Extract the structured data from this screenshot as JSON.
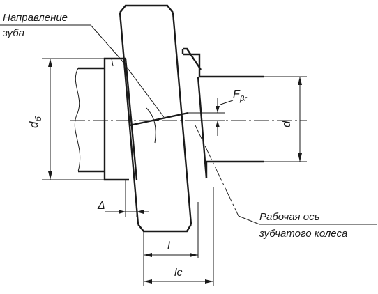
{
  "labels": {
    "tooth_direction_line1": "Направление",
    "tooth_direction_line2": "зуба",
    "shoulder_diameter": "d",
    "shoulder_diameter_sub": "б",
    "shaft_diameter": "d",
    "force_main": "F",
    "force_sub": "βr",
    "gap": "Δ",
    "working_axis_line1": "Рабочая ось",
    "working_axis_line2": "зубчатого колеса",
    "length_l": "l",
    "length_lc": "lc"
  },
  "colors": {
    "ink": "#1a1a1a",
    "background": "#ffffff"
  }
}
